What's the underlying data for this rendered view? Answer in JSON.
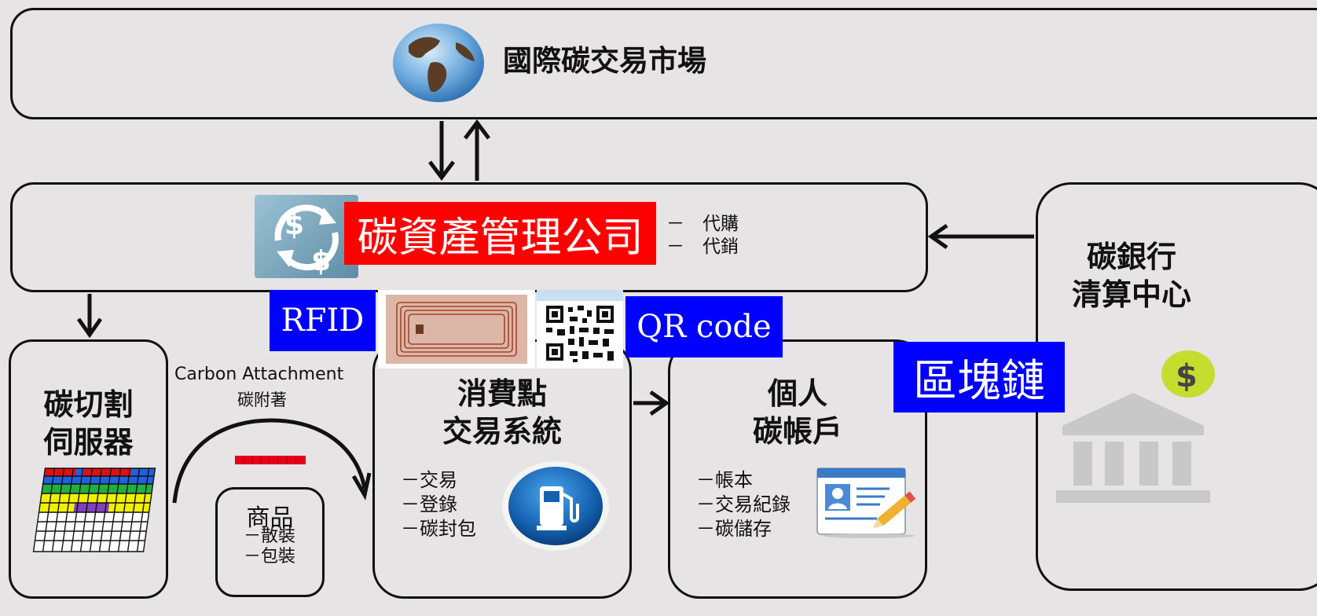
{
  "market": {
    "title": "國際碳交易市場",
    "icon": "globe-icon"
  },
  "asset_company": {
    "title": "碳資產管理公司",
    "title_bg": "#ff0000",
    "items": [
      "－　代購",
      "－　代銷"
    ],
    "icon": "currency-exchange-icon"
  },
  "bank": {
    "title_line1": "碳銀行",
    "title_line2": "清算中心",
    "icon": "bank-dollar-icon"
  },
  "blockchain": {
    "label": "區塊鏈",
    "bg": "#0000ff"
  },
  "rfid": {
    "label": "RFID",
    "bg": "#0000ff",
    "icon": "rfid-tag-icon"
  },
  "qrcode": {
    "label": "QR code",
    "bg": "#0000ff",
    "icon": "qr-code-icon"
  },
  "server": {
    "title_line1": "碳切割",
    "title_line2": "伺服器",
    "icon": "grid-chart-icon"
  },
  "attachment": {
    "label_en": "Carbon Attachment",
    "label_zh": "碳附著"
  },
  "goods": {
    "title": "商品",
    "items": [
      "－散裝",
      "－包裝"
    ]
  },
  "pos": {
    "title_line1": "消費點",
    "title_line2": "交易系統",
    "items": [
      "－交易",
      "－登錄",
      "－碳封包"
    ],
    "icon": "fuel-pump-icon"
  },
  "account": {
    "title_line1": "個人",
    "title_line2": "碳帳戶",
    "items": [
      "－帳本",
      "－交易紀錄",
      "－碳儲存"
    ],
    "icon": "profile-card-icon"
  }
}
